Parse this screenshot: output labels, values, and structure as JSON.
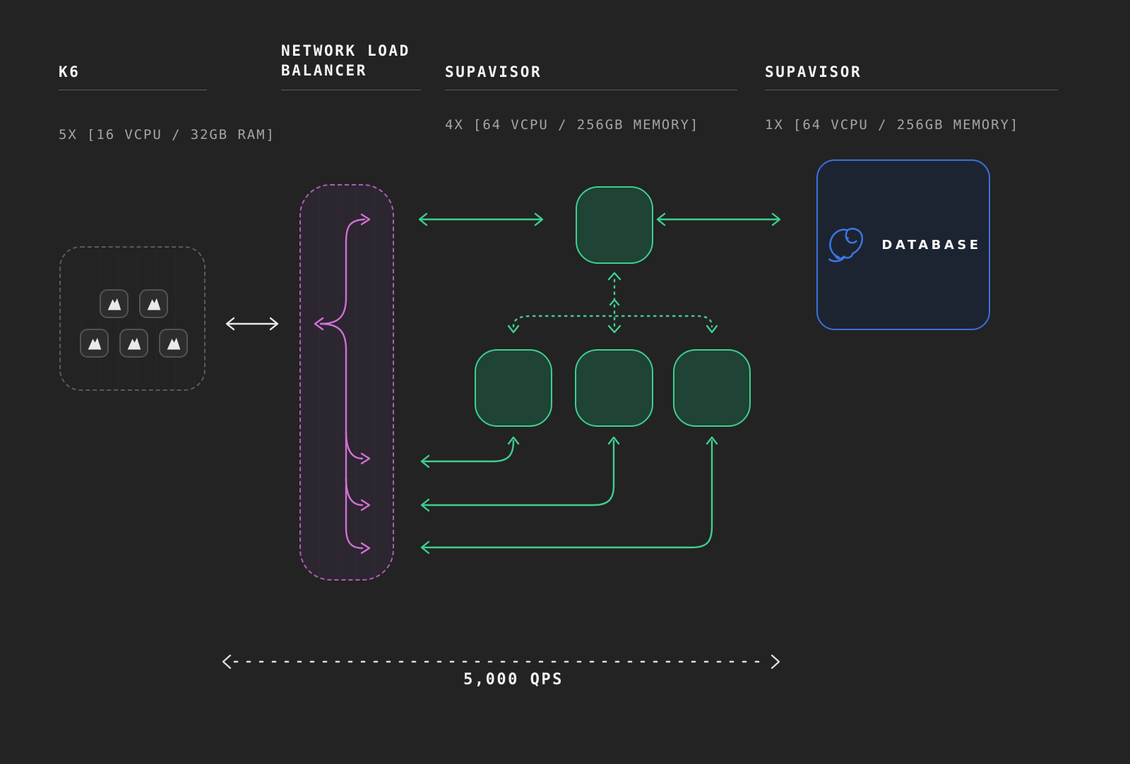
{
  "columns": {
    "k6": {
      "title": "K6",
      "subtitle": "5X [16 VCPU / 32GB RAM]"
    },
    "nlb": {
      "title": "NETWORK LOAD BALANCER",
      "subtitle": ""
    },
    "supavisor_pool": {
      "title": "SUPAVISOR",
      "subtitle": "4X [64 VCPU / 256GB MEMORY]"
    },
    "supavisor_db": {
      "title": "SUPAVISOR",
      "subtitle": "1X [64 VCPU / 256GB MEMORY]"
    }
  },
  "nodes": {
    "k6_cluster": {
      "instances": 5,
      "icon": "mountain-icon"
    },
    "load_balancer": {
      "style": "dashed-pink-rounded-rect"
    },
    "pooler_top": {
      "count": 1
    },
    "pooler_row": {
      "count": 3
    },
    "database": {
      "label": "DATABASE",
      "icon": "postgres-elephant-icon"
    }
  },
  "throughput": {
    "label": "5,000 QPS"
  },
  "colors": {
    "background": "#232323",
    "green": "#3ecf8e",
    "green_fill": "#1f4334",
    "pink": "#d36fd6",
    "pink_dash": "#b15cb5",
    "blue": "#3b6fe0",
    "white": "#e9e9e9",
    "muted_text": "#a5a5a5"
  }
}
